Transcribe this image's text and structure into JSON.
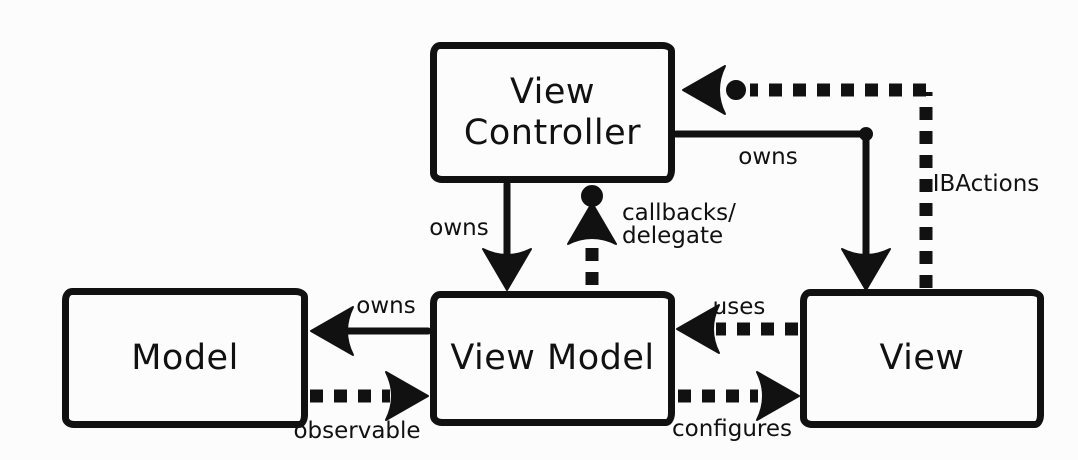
{
  "colors": {
    "background": "#fcfcfc",
    "ink": "#111111"
  },
  "boxes": {
    "view_controller": {
      "label": "View Controller"
    },
    "model": {
      "label": "Model"
    },
    "view_model": {
      "label": "View Model"
    },
    "view": {
      "label": "View"
    }
  },
  "edges": {
    "vc_owns_viewmodel": {
      "label": "owns"
    },
    "viewmodel_callbacks_vc": {
      "label_line1": "callbacks/",
      "label_line2": "delegate"
    },
    "vc_owns_view": {
      "label": "owns"
    },
    "view_ibactions_vc": {
      "label": "IBActions"
    },
    "viewmodel_owns_model": {
      "label": "owns"
    },
    "model_observable_viewmodel": {
      "label": "observable"
    },
    "view_uses_viewmodel": {
      "label": "uses"
    },
    "viewmodel_configures_view": {
      "label": "configures"
    }
  }
}
